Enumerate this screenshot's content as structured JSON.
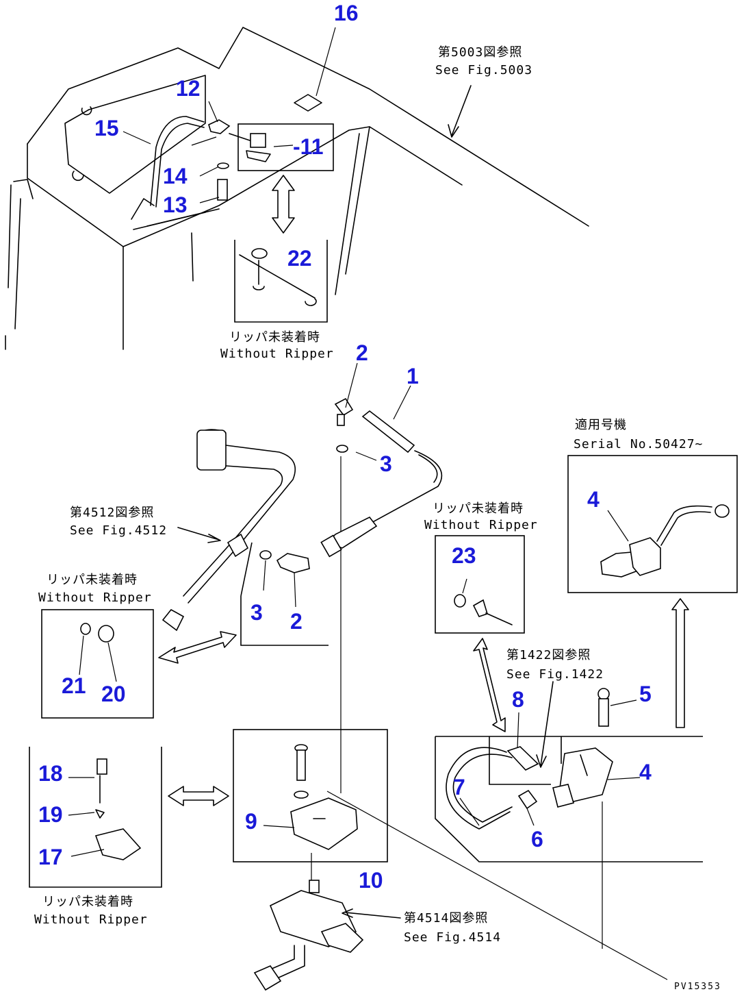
{
  "diagram": {
    "drawing_code": "PV15353",
    "part_numbers": {
      "p1": "1",
      "p2a": "2",
      "p2b": "2",
      "p3a": "3",
      "p3b": "3",
      "p4a": "4",
      "p4b": "4",
      "p5": "5",
      "p6": "6",
      "p7": "7",
      "p8": "8",
      "p9": "9",
      "p10": "10",
      "p11": "-11",
      "p12": "12",
      "p13": "13",
      "p14": "14",
      "p15": "15",
      "p16": "16",
      "p17": "17",
      "p18": "18",
      "p19": "19",
      "p20": "20",
      "p21": "21",
      "p22": "22",
      "p23": "23"
    },
    "notes": {
      "fig5003_jp": "第5003図参照",
      "fig5003_en": "See Fig.5003",
      "fig4512_jp": "第4512図参照",
      "fig4512_en": "See Fig.4512",
      "fig1422_jp": "第1422図参照",
      "fig1422_en": "See Fig.1422",
      "fig4514_jp": "第4514図参照",
      "fig4514_en": "See Fig.4514",
      "serial_jp": "適用号機",
      "serial_en": "Serial No.50427~",
      "wo_ripper_jp_1": "リッパ未装着時",
      "wo_ripper_en_1": "Without Ripper",
      "wo_ripper_jp_2": "リッパ未装着時",
      "wo_ripper_en_2": "Without Ripper",
      "wo_ripper_jp_3": "リッパ未装着時",
      "wo_ripper_en_3": "Without Ripper",
      "wo_ripper_jp_4": "リッパ未装着時",
      "wo_ripper_en_4": "Without Ripper"
    }
  }
}
